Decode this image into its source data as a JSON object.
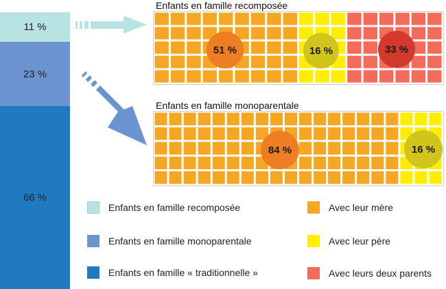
{
  "chart_data": [
    {
      "type": "bar",
      "stacked": true,
      "segments": [
        {
          "label": "11 %",
          "value": 11,
          "color": "#b7e3e3"
        },
        {
          "label": "23 %",
          "value": 23,
          "color": "#6a93cf"
        },
        {
          "label": "66 %",
          "value": 66,
          "color": "#1f7ac2"
        }
      ]
    },
    {
      "type": "waffle",
      "title": "Enfants en famille recomposée",
      "rows": 5,
      "columns": 18,
      "series": [
        {
          "label": "51 %",
          "value": 51,
          "color": "#f5a623",
          "badge_color": "#ef7d22"
        },
        {
          "label": "16 %",
          "value": 16,
          "color": "#ffee00",
          "badge_color": "#d1c51b"
        },
        {
          "label": "33 %",
          "value": 33,
          "color": "#f26b5b",
          "badge_color": "#d33a2d"
        }
      ]
    },
    {
      "type": "waffle",
      "title": "Enfants en famille monoparentale",
      "rows": 5,
      "columns": 20,
      "series": [
        {
          "label": "84 %",
          "value": 84,
          "color": "#f5a623",
          "badge_color": "#ef7d22"
        },
        {
          "label": "16 %",
          "value": 16,
          "color": "#ffee00",
          "badge_color": "#d1c51b"
        }
      ]
    }
  ],
  "legend": [
    {
      "label": "Enfants en famille recomposée",
      "color": "#b7e3e3"
    },
    {
      "label": "Enfants en famille monoparentale",
      "color": "#6a93cf"
    },
    {
      "label": "Enfants en famille « traditionnelle »",
      "color": "#1f7ac2"
    },
    {
      "label": "Avec leur mère",
      "color": "#f5a623"
    },
    {
      "label": "Avec leur père",
      "color": "#ffee00"
    },
    {
      "label": "Avec leurs deux parents",
      "color": "#f26b5b"
    }
  ]
}
